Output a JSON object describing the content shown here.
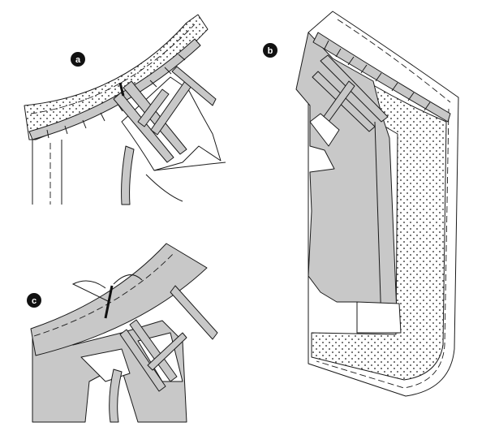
{
  "colors": {
    "fabric_gray": "#c8c8c8",
    "outline": "#1a1a1a",
    "background": "#ffffff",
    "badge": "#111111"
  },
  "panels": [
    {
      "id": "a",
      "label": "a",
      "icon": "step-a-badge"
    },
    {
      "id": "b",
      "label": "b",
      "icon": "step-b-badge"
    },
    {
      "id": "c",
      "label": "c",
      "icon": "step-c-badge"
    }
  ]
}
